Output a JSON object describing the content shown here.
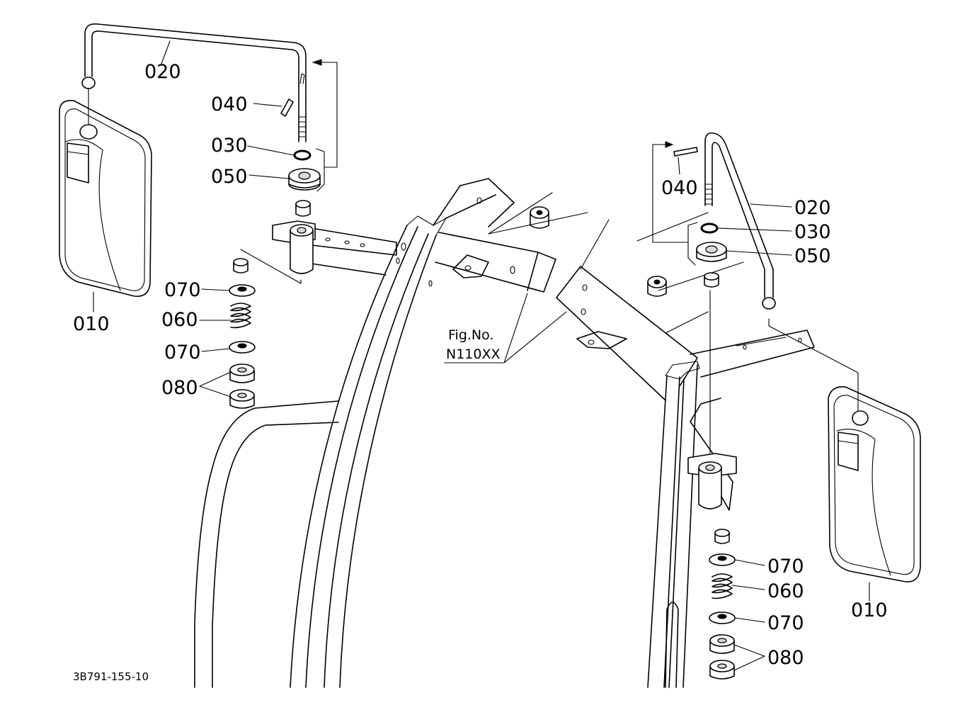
{
  "figure_reference": {
    "line1": "Fig.No.",
    "line2": "N110XX"
  },
  "drawing_code": "3B791-155-10",
  "left_assembly": {
    "parts": {
      "mirror": "010",
      "stay": "020",
      "o_ring": "030",
      "pin": "040",
      "collar": "050",
      "spring": "060",
      "washer_upper": "070",
      "washer_lower": "070",
      "nut": "080"
    }
  },
  "right_assembly": {
    "parts": {
      "mirror": "010",
      "stay": "020",
      "o_ring": "030",
      "pin": "040",
      "collar": "050",
      "spring": "060",
      "washer_upper": "070",
      "washer_lower": "070",
      "nut": "080"
    }
  }
}
